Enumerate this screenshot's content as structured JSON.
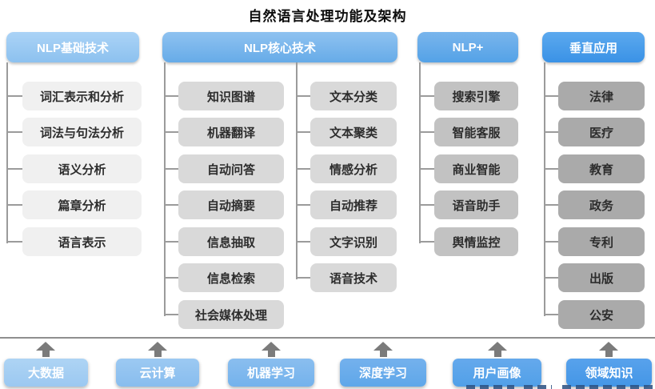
{
  "title": "自然语言处理功能及架构",
  "columns": {
    "basics": {
      "header": "NLP基础技术",
      "items": [
        "词汇表示和分析",
        "词法与句法分析",
        "语义分析",
        "篇章分析",
        "语言表示"
      ]
    },
    "core": {
      "header": "NLP核心技术",
      "items_left": [
        "知识图谱",
        "机器翻译",
        "自动问答",
        "自动摘要",
        "信息抽取",
        "信息检索",
        "社会媒体处理"
      ],
      "items_right": [
        "文本分类",
        "文本聚类",
        "情感分析",
        "自动推荐",
        "文字识别",
        "语音技术"
      ]
    },
    "nlp_plus": {
      "header": "NLP+",
      "items": [
        "搜索引擎",
        "智能客服",
        "商业智能",
        "语音助手",
        "舆情监控"
      ]
    },
    "vertical": {
      "header": "垂直应用",
      "items": [
        "法律",
        "医疗",
        "教育",
        "政务",
        "专利",
        "出版",
        "公安"
      ]
    }
  },
  "foundation": {
    "items": [
      "大数据",
      "云计算",
      "机器学习",
      "深度学习",
      "用户画像",
      "领域知识"
    ]
  },
  "colors": {
    "header_basics": "#8cc1ef",
    "header_core": "#66abe8",
    "header_nlp_plus": "#54a2e7",
    "header_vertical": "#3a92e6",
    "item_level1": "#f0f0f0",
    "item_level2": "#d9d9d9",
    "item_level3": "#c2c2c2",
    "item_level4": "#aaaaaa",
    "foundation_light": "#9bc8f1",
    "foundation_dark": "#4496e6",
    "connector": "#9b9b9b",
    "arrow": "#7b7b7b"
  }
}
